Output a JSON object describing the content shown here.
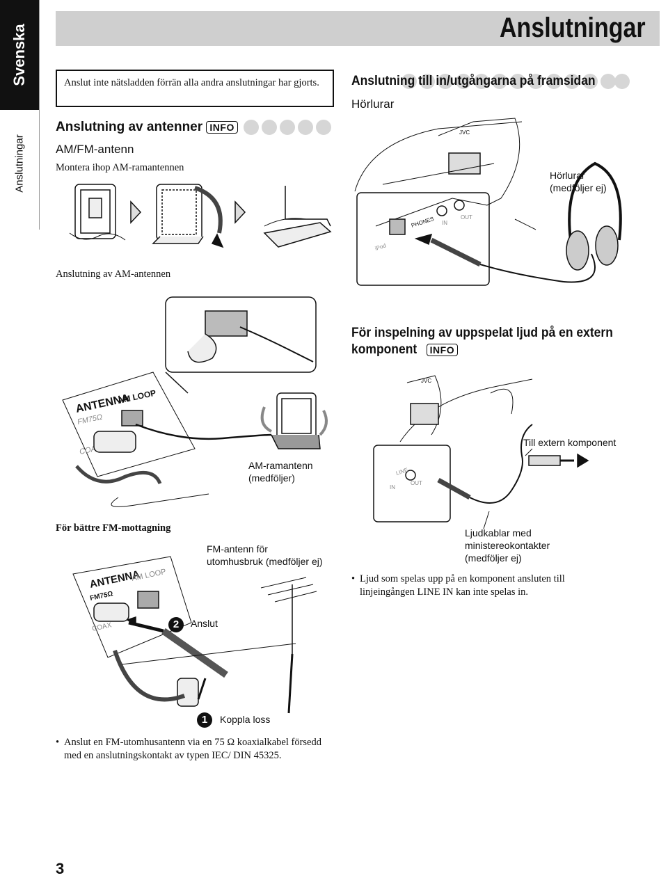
{
  "sidebar": {
    "language": "Svenska",
    "section": "Anslutningar"
  },
  "page": {
    "title": "Anslutningar",
    "page_number": "3"
  },
  "notice": "Anslut inte nätsladden förrän alla andra anslutningar har gjorts.",
  "left": {
    "heading": "Anslutning av antenner",
    "info_badge": "INFO",
    "subheading": "AM/FM-antenn",
    "assemble_text": "Montera ihop AM-ramantennen",
    "connect_am_text": "Anslutning av AM-antennen",
    "am_label": "AM-ramantenn\n(medföljer)",
    "panel_labels": {
      "antenna": "ANTENNA",
      "am_loop": "AM LOOP",
      "fm": "FM75Ω",
      "coax": "COAX"
    },
    "fm_heading": "För bättre FM-mottagning",
    "fm_outdoor_label": "FM-antenn för\nutomhusbruk (medföljer ej)",
    "step2_num": "2",
    "step2_label": "Anslut",
    "step1_num": "1",
    "step1_label": "Koppla loss",
    "fm_note": "Anslut en FM-utomhusantenn via en 75 Ω koaxialkabel försedd med en anslutningskontakt av typen IEC/ DIN 45325."
  },
  "right": {
    "heading": "Anslutning till in/utgångarna på framsidan",
    "sub_headphones": "Hörlurar",
    "headphones_label": "Hörlurar\n(medföljer ej)",
    "device_labels": {
      "brand": "JVC",
      "phones": "PHONES",
      "ipod": "iPod",
      "in": "IN",
      "out": "OUT",
      "line": "LINE"
    },
    "record_heading_1": "För inspelning av uppspelat ljud på en extern",
    "record_heading_2": "komponent",
    "info_badge": "INFO",
    "to_external_label": "Till extern komponent",
    "cable_label": "Ljudkablar med\nministereokontakter\n(medföljer ej)",
    "line_note": "Ljud som spelas upp på en komponent ansluten till linjeingången LINE IN kan inte spelas in."
  }
}
